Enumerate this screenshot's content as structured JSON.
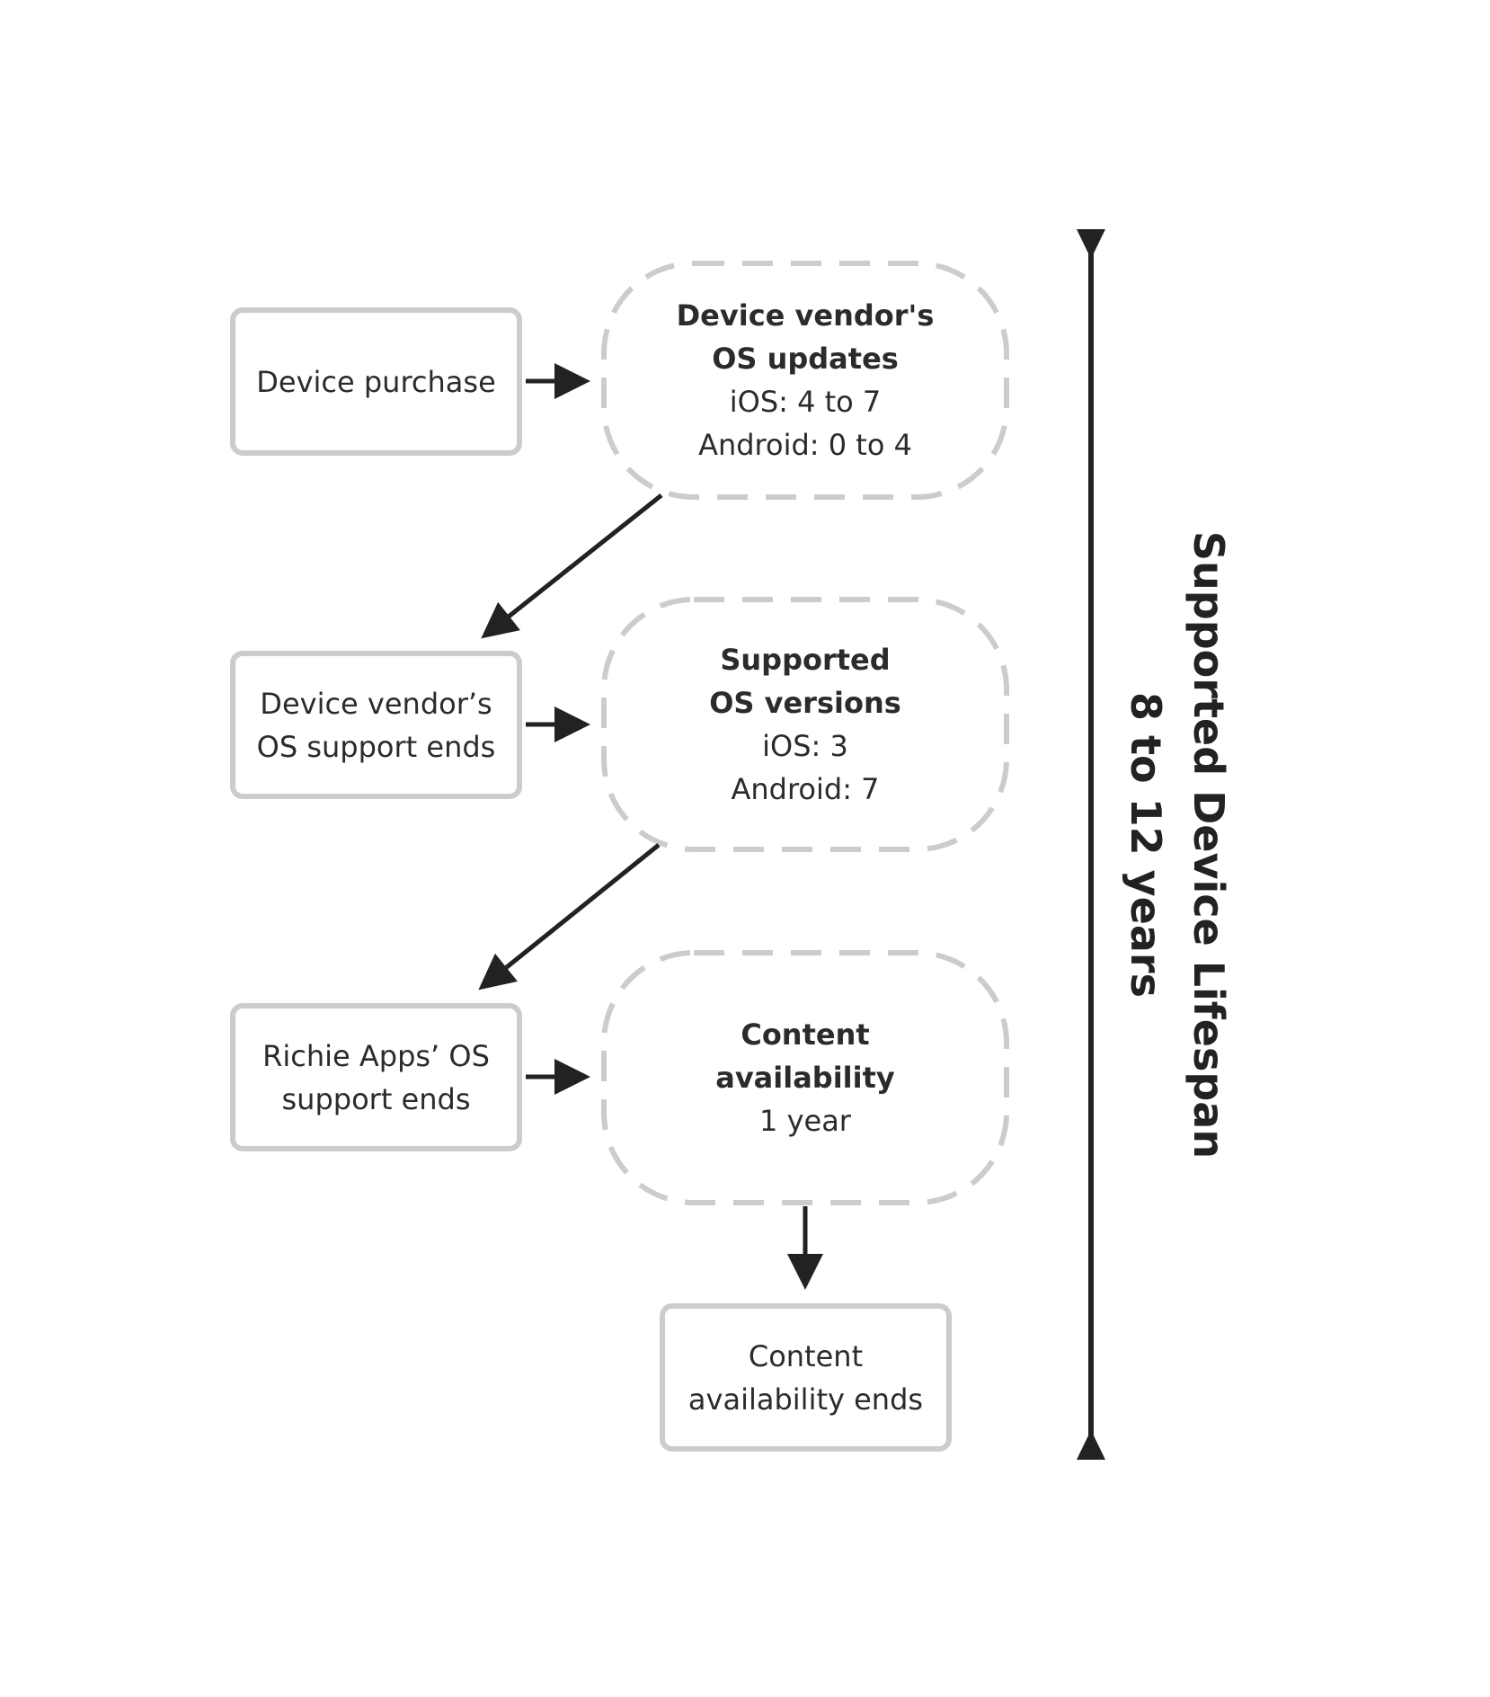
{
  "diagram": {
    "left_boxes": [
      {
        "lines": [
          "Device purchase"
        ]
      },
      {
        "lines": [
          "Device vendor’s",
          "OS support ends"
        ]
      },
      {
        "lines": [
          "Richie Apps’ OS",
          "support ends"
        ]
      }
    ],
    "stages": [
      {
        "title_lines": [
          "Device vendor's",
          "OS updates"
        ],
        "detail_lines": [
          "iOS: 4 to 7",
          "Android: 0 to 4"
        ]
      },
      {
        "title_lines": [
          "Supported",
          "OS versions"
        ],
        "detail_lines": [
          "iOS: 3",
          "Android: 7"
        ]
      },
      {
        "title_lines": [
          "Content",
          "availability"
        ],
        "detail_lines": [
          "1 year"
        ]
      }
    ],
    "end_box": {
      "lines": [
        "Content",
        "availability ends"
      ]
    },
    "lifespan": {
      "title": "Supported Device Lifespan",
      "value": "8 to 12 years"
    },
    "colors": {
      "border": "#cccccc",
      "arrow": "#222222",
      "text": "#2b2b2b"
    }
  }
}
